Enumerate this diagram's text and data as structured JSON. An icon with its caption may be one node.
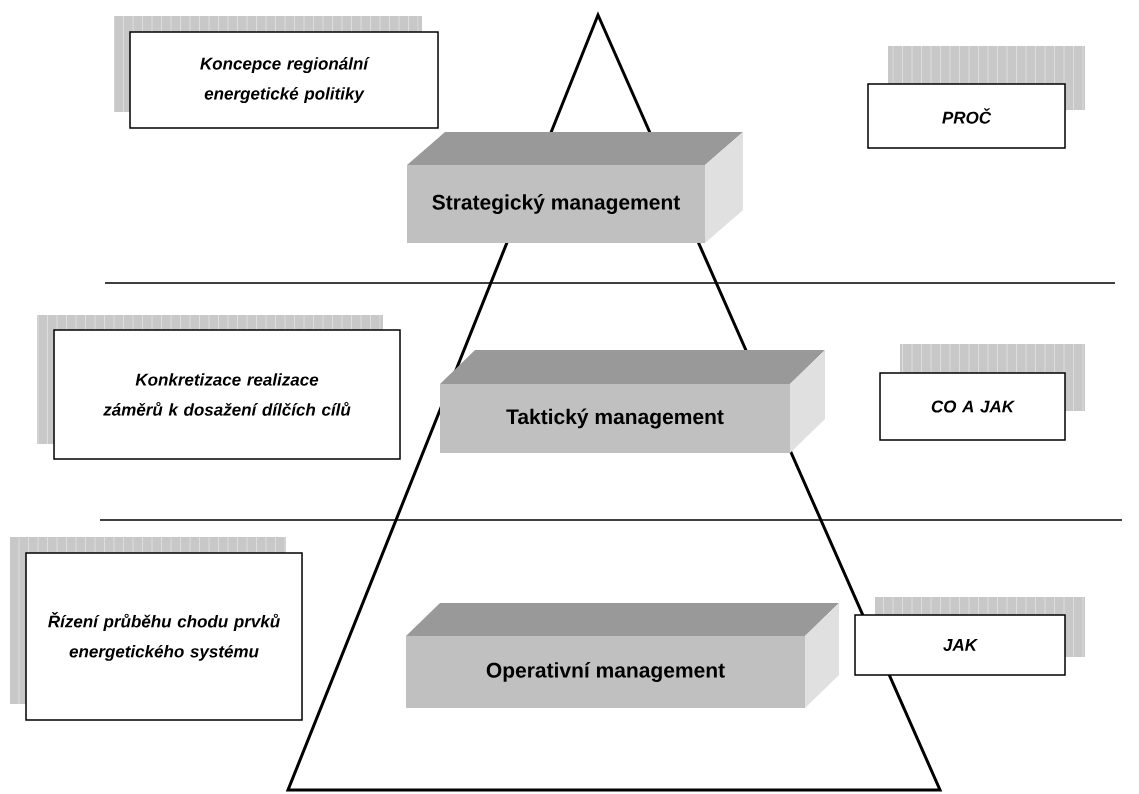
{
  "diagram": {
    "nodes": [
      {
        "text": [
          "Koncepce regionální energetické politiky"
        ]
      },
      {
        "text": [
          "PROČ"
        ]
      },
      {
        "text": [
          "Strategický management"
        ]
      },
      {
        "text": [
          "Konkretizace realizace záměrů k dosažení dílčích cílů"
        ]
      },
      {
        "text": [
          "CO A JAK"
        ]
      },
      {
        "text": [
          "Taktický management"
        ]
      },
      {
        "text": [
          "Řízení průběhu chodu prvků energetického systému"
        ]
      },
      {
        "text": [
          "Operativní management"
        ]
      },
      {
        "text": [
          "JAK"
        ]
      }
    ]
  }
}
